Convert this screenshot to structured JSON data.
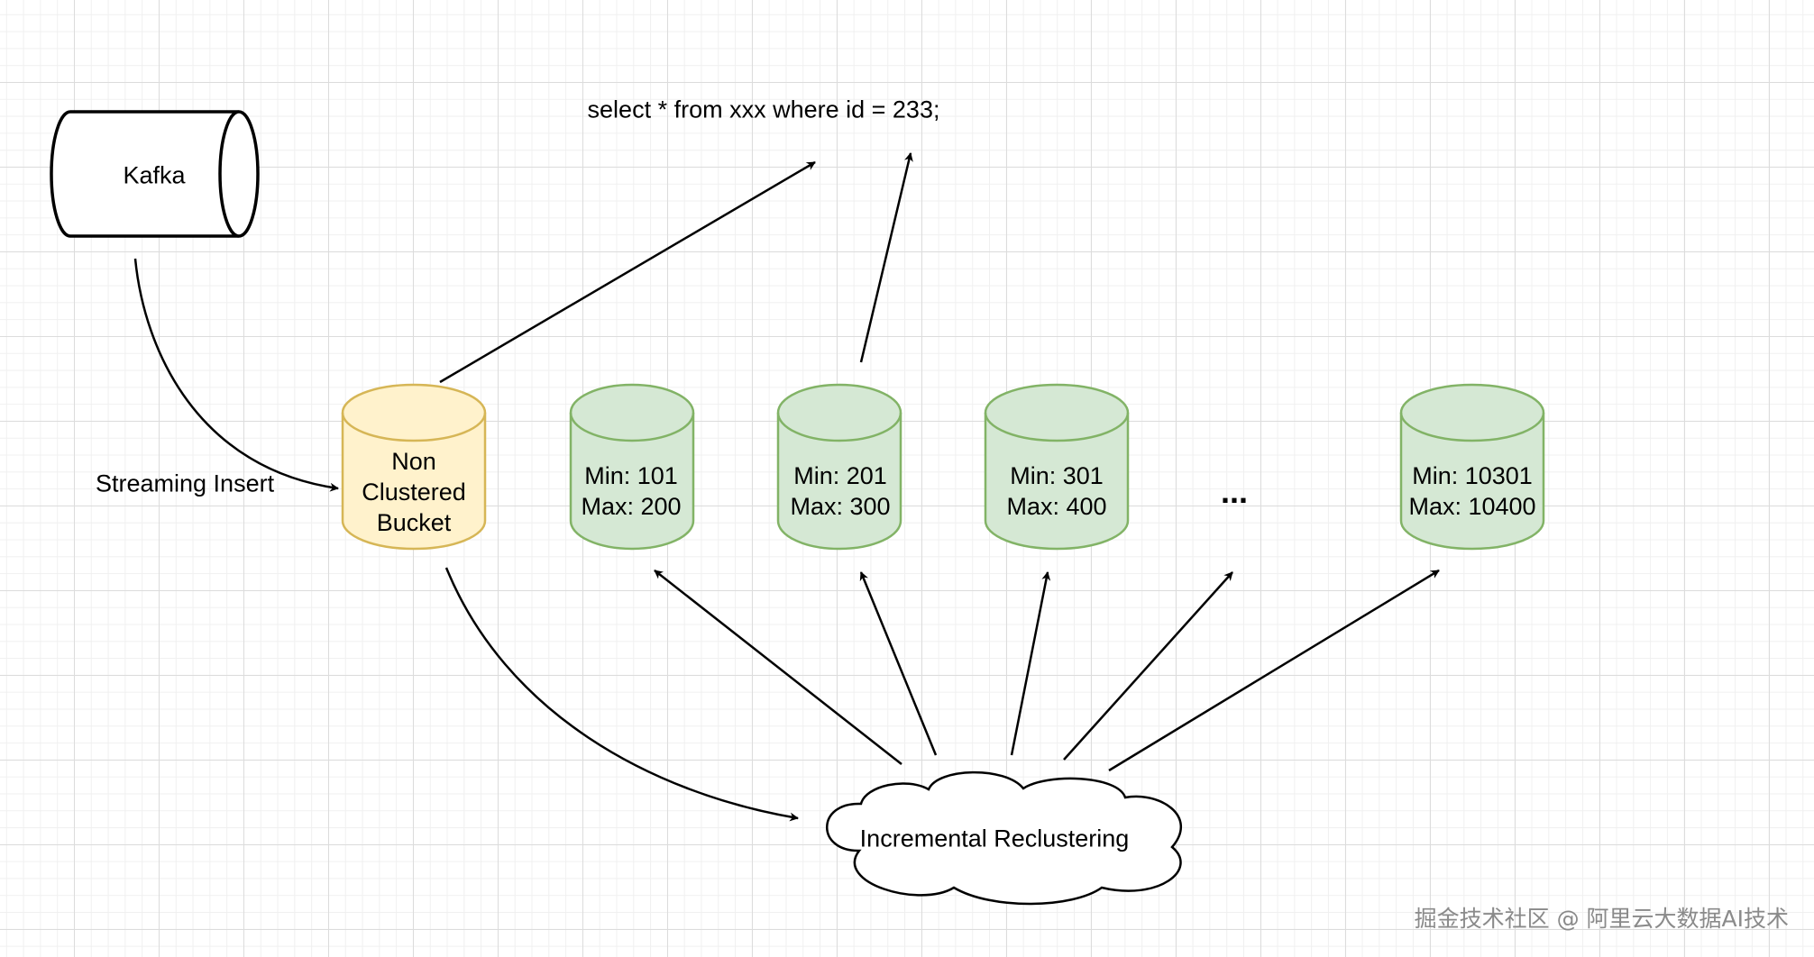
{
  "nodes": {
    "kafka": {
      "label": "Kafka"
    },
    "query": {
      "label": "select * from xxx where id = 233;"
    },
    "streaming_insert": {
      "label": "Streaming Insert"
    },
    "non_clustered_bucket": {
      "line1": "Non",
      "line2": "Clustered",
      "line3": "Bucket"
    },
    "clusters": [
      {
        "min": "Min: 101",
        "max": "Max: 200"
      },
      {
        "min": "Min: 201",
        "max": "Max: 300"
      },
      {
        "min": "Min: 301",
        "max": "Max: 400"
      },
      {
        "min": "Min: 10301",
        "max": "Max: 10400"
      }
    ],
    "ellipsis": {
      "label": "..."
    },
    "reclustering": {
      "label": "Incremental Reclustering"
    }
  },
  "watermark": {
    "text": "掘金技术社区 @ 阿里云大数据AI技术"
  },
  "colors": {
    "stroke": "#000000",
    "bucket_fill": "#fff2cc",
    "bucket_stroke": "#d6b656",
    "cluster_fill": "#d5e8d4",
    "cluster_stroke": "#82b366",
    "cloud_fill": "#ffffff"
  }
}
